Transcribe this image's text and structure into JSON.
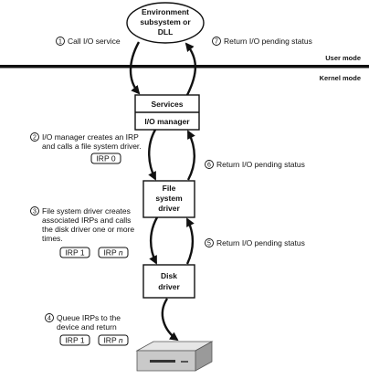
{
  "nodes": {
    "environment": [
      "Environment",
      "subsystem or",
      "DLL"
    ],
    "services": "Services",
    "io_manager": "I/O manager",
    "file_system_driver": [
      "File",
      "system",
      "driver"
    ],
    "disk_driver": [
      "Disk",
      "driver"
    ]
  },
  "modes": {
    "user": "User mode",
    "kernel": "Kernel mode"
  },
  "steps": [
    {
      "num": "1",
      "lines": [
        "Call I/O service"
      ]
    },
    {
      "num": "2",
      "lines": [
        "I/O manager creates an IRP",
        "and calls a file system driver."
      ]
    },
    {
      "num": "3",
      "lines": [
        "File system driver creates",
        "associated IRPs and calls",
        "the disk driver one or more",
        "times."
      ]
    },
    {
      "num": "4",
      "lines": [
        "Queue IRPs to the",
        "device and return"
      ]
    },
    {
      "num": "5",
      "lines": [
        "Return I/O pending status"
      ]
    },
    {
      "num": "6",
      "lines": [
        "Return I/O pending status"
      ]
    },
    {
      "num": "7",
      "lines": [
        "Return I/O pending status"
      ]
    }
  ],
  "irps": {
    "step2": [
      "IRP 0"
    ],
    "step3": [
      [
        "IRP 1",
        ""
      ],
      [
        "IRP ",
        "n"
      ]
    ],
    "step4": [
      [
        "IRP 1",
        ""
      ],
      [
        "IRP ",
        "n"
      ]
    ]
  },
  "icons": {
    "device": "disk-drive-icon"
  }
}
